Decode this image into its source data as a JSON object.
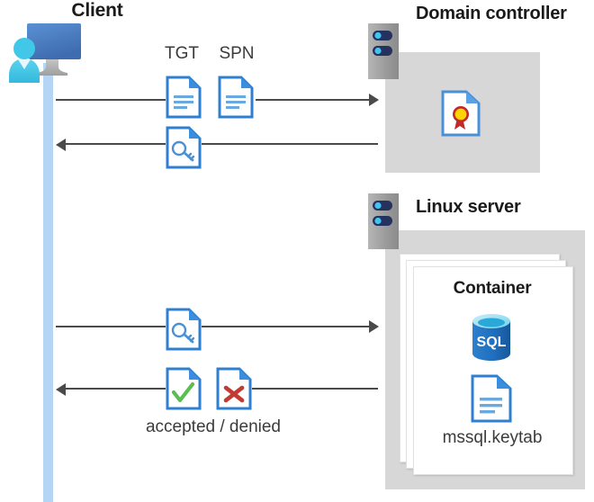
{
  "diagram": {
    "title_client": "Client",
    "title_domain_controller": "Domain controller",
    "title_linux_server": "Linux server",
    "title_container": "Container",
    "label_tgt": "TGT",
    "label_spn": "SPN",
    "label_keytab": "mssql.keytab",
    "label_accepted_denied": "accepted / denied",
    "icons": {
      "client": "client-computer-user-icon",
      "server_rack": "server-rack-icon",
      "certificate": "certificate-document-icon",
      "key_document": "key-document-icon",
      "text_document": "text-document-icon",
      "approved_document": "approved-check-document-icon",
      "denied_document": "denied-cross-document-icon",
      "sql_database": "sql-database-cylinder-icon"
    },
    "flows": [
      {
        "name": "tgt-spn-request",
        "direction": "right",
        "from": "Client",
        "to": "Domain controller",
        "artifacts": [
          "TGT",
          "SPN"
        ]
      },
      {
        "name": "ticket-response",
        "direction": "left",
        "from": "Domain controller",
        "to": "Client",
        "artifacts": [
          "key-document"
        ]
      },
      {
        "name": "ticket-presented",
        "direction": "right",
        "from": "Client",
        "to": "Linux server",
        "artifacts": [
          "key-document"
        ]
      },
      {
        "name": "auth-result",
        "direction": "left",
        "from": "Linux server",
        "to": "Client",
        "artifacts": [
          "accepted",
          "denied"
        ]
      }
    ],
    "colors": {
      "lifeline": "#b5d5f5",
      "panel_gray": "#d7d7d7",
      "server_gray": "#9a9a9a",
      "server_bar_navy": "#25315e",
      "server_dot_cyan": "#3fc5ef",
      "doc_blue": "#2f7fd1",
      "doc_fold_blue": "#3b8ede",
      "arrow_gray": "#4a4a4a",
      "check_green": "#5bbd52",
      "cross_red": "#c23b32",
      "cert_yellow": "#ffd400",
      "cert_red": "#c0282a",
      "sql_blue": "#1f6fbf",
      "monitor_blue": "#4d82c4",
      "person_cyan": "#41c7e8",
      "text_dark": "#1a1a1a",
      "text_body": "#3b3b3b"
    }
  }
}
